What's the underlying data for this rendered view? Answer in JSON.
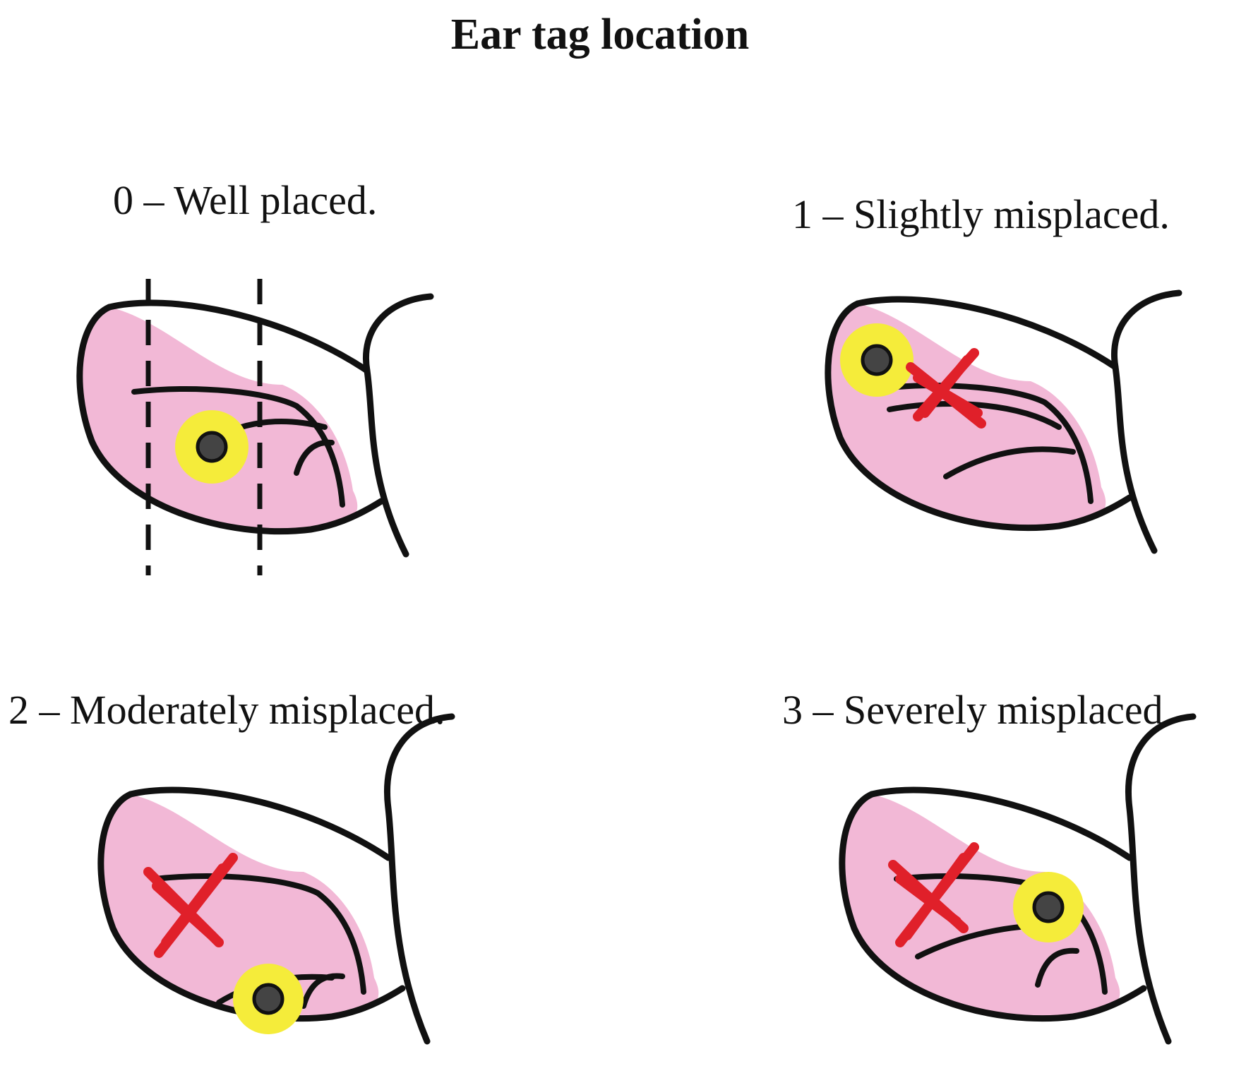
{
  "title": "Ear tag location",
  "panels": [
    {
      "label": "0 – Well placed.",
      "tag": "well-placed",
      "cross": false,
      "guides": true
    },
    {
      "label": "1 – Slightly misplaced.",
      "tag": "slightly-misplaced",
      "cross": true,
      "guides": false
    },
    {
      "label": "2 – Moderately misplaced.",
      "tag": "moderately-misplaced",
      "cross": true,
      "guides": false
    },
    {
      "label": "3 – Severely misplaced.",
      "tag": "severely-misplaced",
      "cross": true,
      "guides": false
    }
  ],
  "colors": {
    "ear_fill": "#f2b8d6",
    "outline": "#111111",
    "tag_ring": "#f5ec3a",
    "tag_center": "#444444",
    "cross": "#e0202a"
  }
}
